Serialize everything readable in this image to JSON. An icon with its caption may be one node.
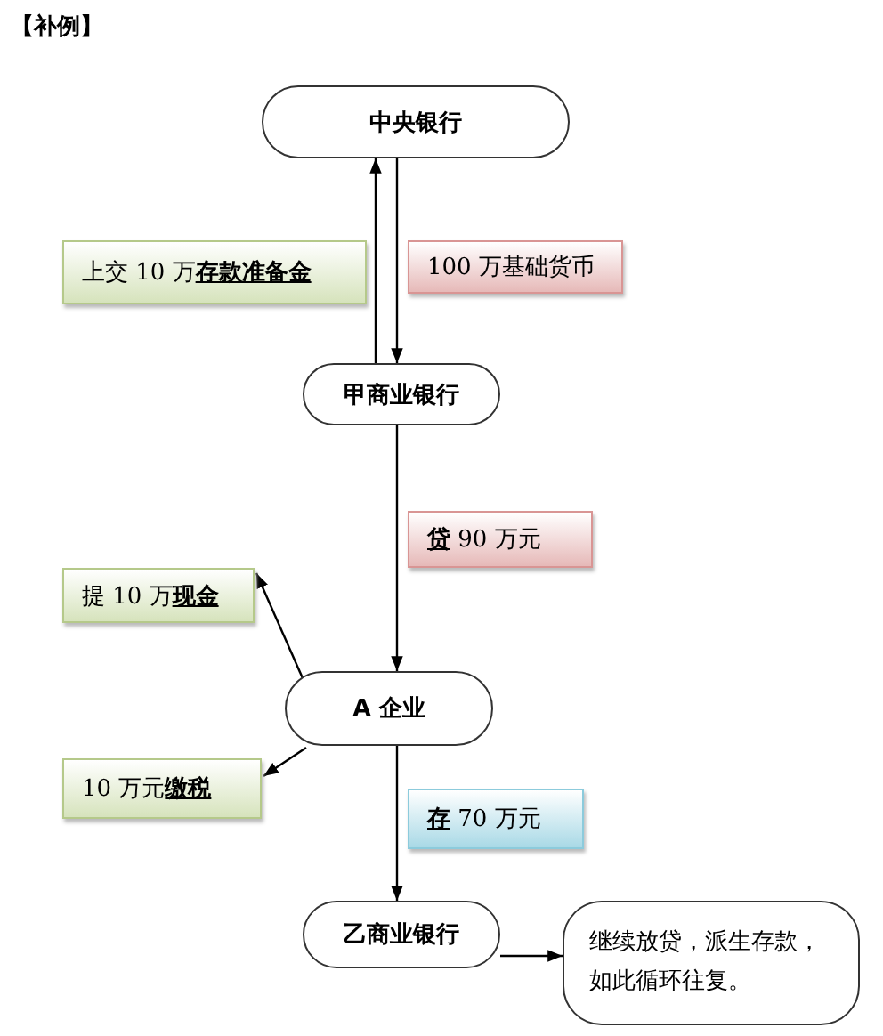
{
  "diagram": {
    "title": "【补例】",
    "nodes": [
      {
        "text": [
          "中央银行"
        ]
      },
      {
        "text": [
          "上交 10 万**存款准备金**"
        ]
      },
      {
        "text": [
          "100 万基础货币"
        ]
      },
      {
        "text": [
          "甲商业银行"
        ]
      },
      {
        "text": [
          "**贷** 90 万元"
        ]
      },
      {
        "text": [
          "提 10 万**现金**"
        ]
      },
      {
        "text": [
          "A 企业"
        ]
      },
      {
        "text": [
          "10 万元**缴税**"
        ]
      },
      {
        "text": [
          "**存** 70 万元"
        ]
      },
      {
        "text": [
          "乙商业银行"
        ]
      },
      {
        "text": [
          "继续放贷，派生存款，如此循环往复。"
        ]
      }
    ],
    "edges": [
      {
        "from": 3,
        "to": 0,
        "arrow": "to"
      },
      {
        "from": 0,
        "to": 3,
        "arrow": "to"
      },
      {
        "from": 3,
        "to": 6,
        "arrow": "to"
      },
      {
        "from": 6,
        "to": 5,
        "arrow": "to"
      },
      {
        "from": 6,
        "to": 7,
        "arrow": "to"
      },
      {
        "from": 6,
        "to": 9,
        "arrow": "to"
      },
      {
        "from": 9,
        "to": 10,
        "arrow": "to"
      }
    ]
  }
}
